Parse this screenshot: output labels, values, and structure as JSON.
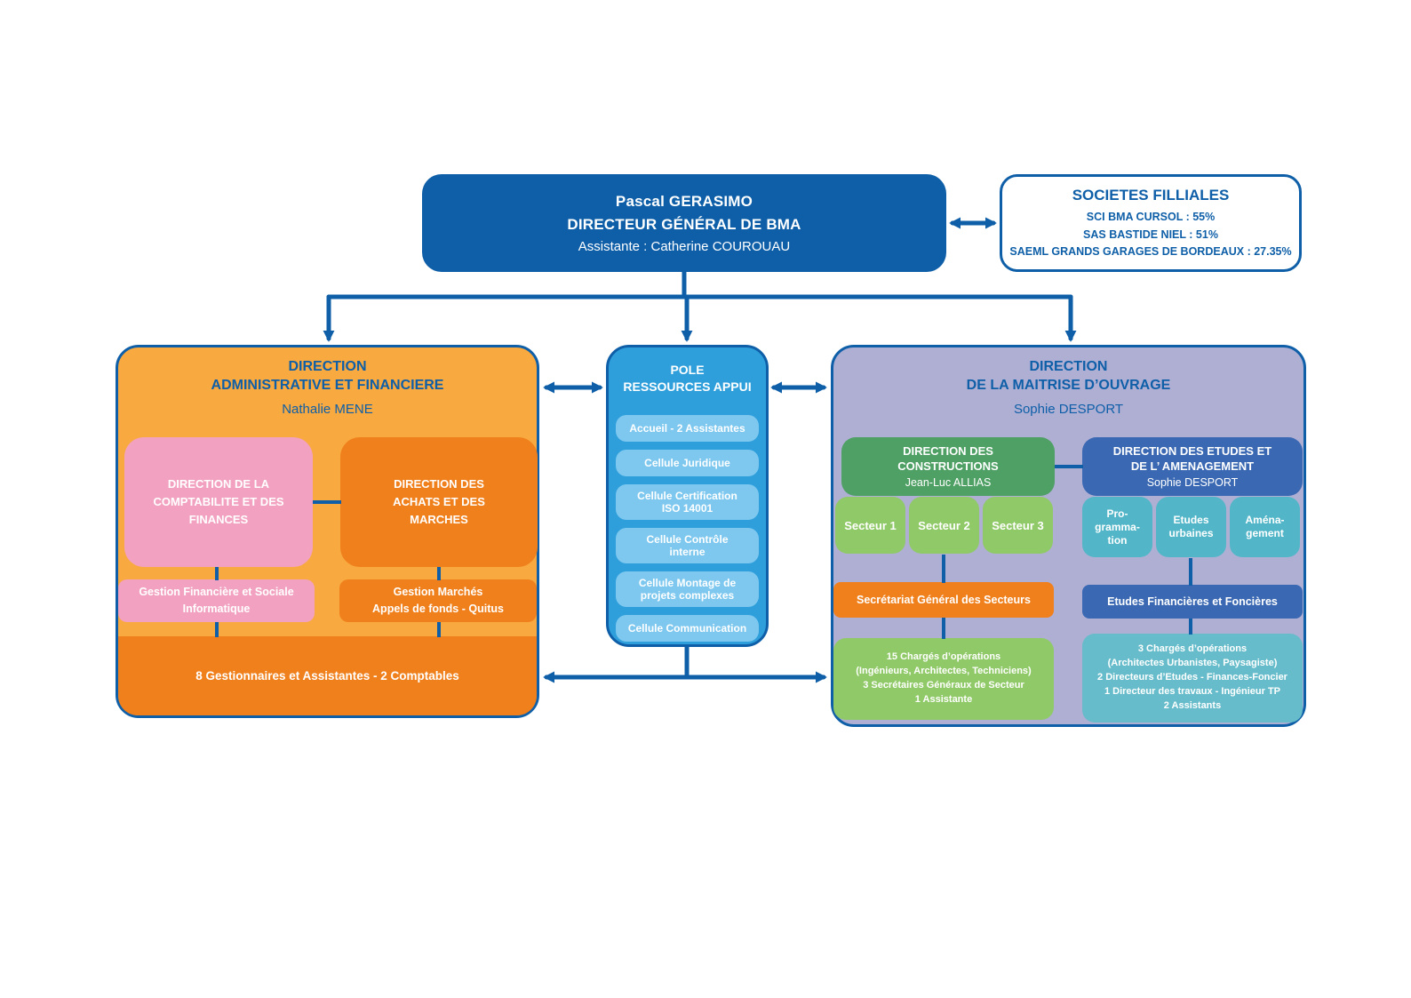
{
  "colors": {
    "dark_blue": "#0E5FA8",
    "orange_bg": "#F8A93F",
    "orange_deep": "#F0801C",
    "pink": "#F2A2C0",
    "pole_blue": "#2F9FDC",
    "pole_item_blue": "#7EC8EF",
    "purple_bg": "#AFAFD4",
    "green": "#4FA065",
    "light_green": "#90C967",
    "right_blue": "#3A68B2",
    "teal": "#52B6C8"
  },
  "root_box": {
    "name": "Pascal GERASIMO",
    "role": "DIRECTEUR GÉNÉRAL DE BMA",
    "assistant": "Assistante : Catherine COUROUAU"
  },
  "filiales": {
    "title": "SOCIETES FILLIALES",
    "items": [
      "SCI BMA CURSOL : 55%",
      "SAS BASTIDE NIEL : 51%",
      "SAEML GRANDS GARAGES DE BORDEAUX : 27.35%"
    ]
  },
  "daf": {
    "title": "DIRECTION\nADMINISTRATIVE ET FINANCIERE",
    "manager": "Nathalie MENE",
    "comptabilite": "DIRECTION DE LA\nCOMPTABILITE ET DES\nFINANCES",
    "achats": "DIRECTION DES\nACHATS ET DES\nMARCHES",
    "gestion_financiere": "Gestion Financière et Sociale\nInformatique",
    "gestion_marches": "Gestion Marchés\nAppels de fonds - Quitus",
    "footer": "8 Gestionnaires et Assistantes - 2 Comptables"
  },
  "pole": {
    "title": "POLE\nRESSOURCES APPUI",
    "items": [
      "Accueil - 2 Assistantes",
      "Cellule Juridique",
      "Cellule Certification\nISO 14001",
      "Cellule Contrôle\ninterne",
      "Cellule Montage de\nprojets complexes",
      "Cellule Communication"
    ]
  },
  "dmo": {
    "title": "DIRECTION\nDE LA MAITRISE D’OUVRAGE",
    "manager": "Sophie DESPORT",
    "constructions": {
      "title": "DIRECTION DES\nCONSTRUCTIONS",
      "manager": "Jean-Luc ALLIAS",
      "secteurs": [
        "Secteur 1",
        "Secteur 2",
        "Secteur 3"
      ],
      "secretariat": "Secrétariat Général des Secteurs",
      "staff": "15 Chargés d’opérations\n(Ingénieurs, Architectes, Techniciens)\n3 Secrétaires Généraux de Secteur\n1 Assistante"
    },
    "etudes": {
      "title": "DIRECTION DES ETUDES ET\nDE L’ AMENAGEMENT",
      "manager": "Sophie DESPORT",
      "cellules": [
        "Pro-\ngramma-\ntion",
        "Etudes\nurbaines",
        "Aména-\ngement"
      ],
      "finances": "Etudes Financières et Foncières",
      "staff": "3 Chargés d’opérations\n(Architectes Urbanistes, Paysagiste)\n2 Directeurs d’Etudes - Finances-Foncier\n1 Directeur des travaux - Ingénieur TP\n2 Assistants"
    }
  }
}
